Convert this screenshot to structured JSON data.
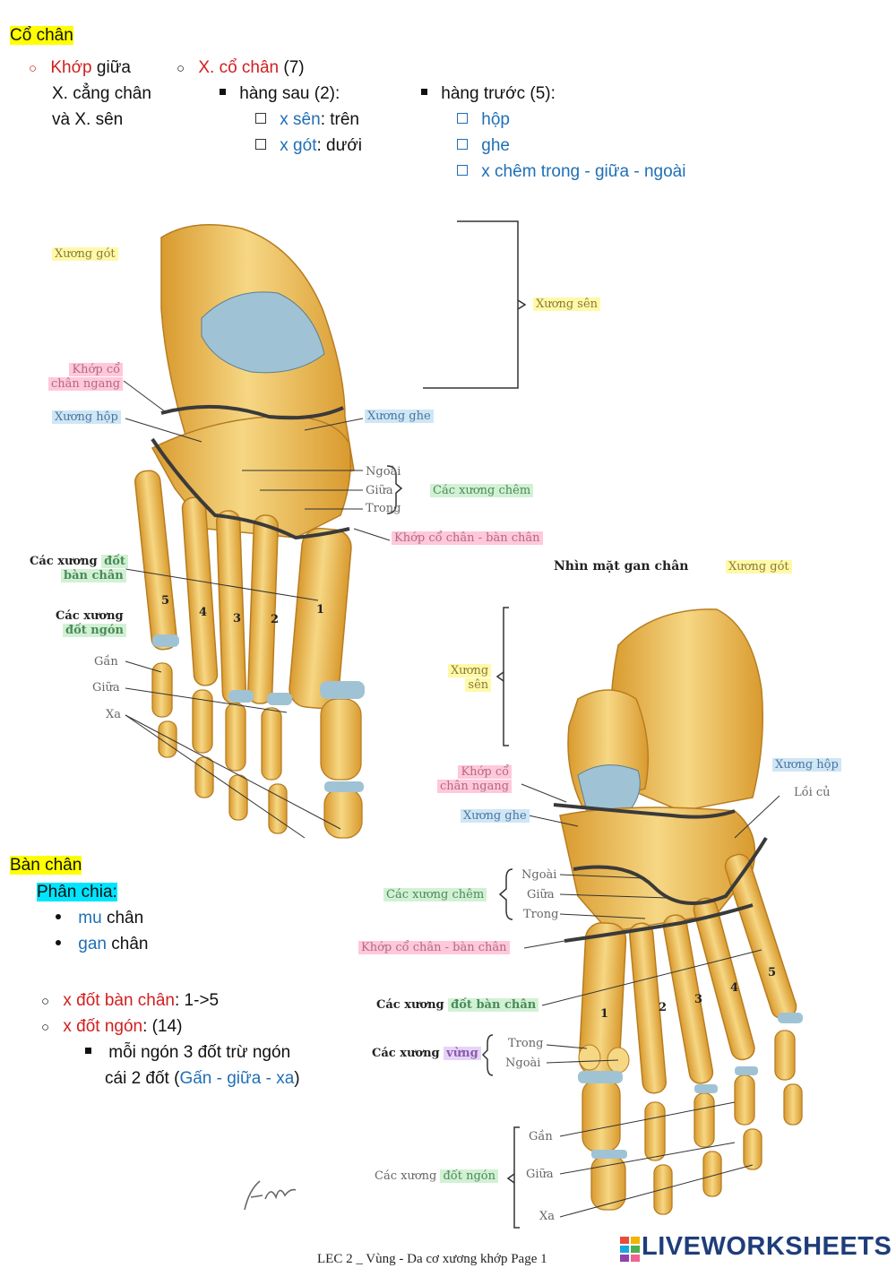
{
  "section1": {
    "heading": "Cổ chân",
    "col1": {
      "red": "Khớp",
      "rest1": " giữa",
      "line2": "X. cẳng chân",
      "line3": "và X. sên"
    },
    "col2": {
      "red": "X. cổ chân",
      "rest": " (7)",
      "sub_label": "hàng sau (2):",
      "items": [
        {
          "blue": "x sên",
          "rest": ": trên"
        },
        {
          "blue": "x gót",
          "rest": ": dưới"
        }
      ]
    },
    "col3": {
      "label": "hàng trước (5):",
      "items": [
        "hộp",
        "ghe",
        "x chêm trong - giữa - ngoài"
      ]
    }
  },
  "section2": {
    "heading": "Bàn chân",
    "sub_heading": "Phân chia:",
    "bullets": [
      {
        "blue": "mu",
        "rest": " chân"
      },
      {
        "blue": "gan",
        "rest": " chân"
      }
    ],
    "items": [
      {
        "red": "x đốt bàn chân",
        "rest": ": 1->5"
      },
      {
        "red": "x đốt ngón",
        "rest": ": (14)"
      }
    ],
    "note_line1": "mỗi ngón 3 đốt trừ ngón",
    "note_line2_a": "cái 2 đốt (",
    "note_line2_blue": "Gấn - giữa - xa",
    "note_line2_b": ")"
  },
  "figure1": {
    "labels": {
      "xuong_got": "Xương gót",
      "xuong_sen": "Xương sên",
      "khop_ngang_1": "Khớp cổ",
      "khop_ngang_2": "chân ngang",
      "xuong_hop": "Xương hộp",
      "xuong_ghe": "Xương ghe",
      "ngoai": "Ngoài",
      "giua": "Giữa",
      "trong": "Trong",
      "cac_xuong_chem": "Các xương chêm",
      "khop_co_ban": "Khớp cổ chân - bàn chân",
      "dot_ban_a": "Các xương",
      "dot_ban_b": "đốt",
      "dot_ban_c": "bàn chân",
      "dot_ngon_a": "Các xương",
      "dot_ngon_b": "đốt ngón",
      "gan": "Gần",
      "giua2": "Giữa",
      "xa": "Xa",
      "nums": [
        "5",
        "4",
        "3",
        "2",
        "1"
      ]
    }
  },
  "figure2": {
    "title": "Nhìn mặt gan chân",
    "labels": {
      "xuong_got": "Xương gót",
      "xuong_sen_1": "Xương",
      "xuong_sen_2": "sên",
      "khop_ngang_1": "Khớp cổ",
      "khop_ngang_2": "chân ngang",
      "xuong_hop": "Xương hộp",
      "loi_cu": "Lồi củ",
      "xuong_ghe": "Xương ghe",
      "ngoai": "Ngoài",
      "giua": "Giữa",
      "trong": "Trong",
      "cac_xuong_chem": "Các xương chêm",
      "khop_co_ban": "Khớp cổ chân - bàn chân",
      "dot_ban_a": "Các xương",
      "dot_ban_b": "đốt bàn chân",
      "vung_a": "Các xương",
      "vung_b": "vừng",
      "vung_trong": "Trong",
      "vung_ngoai": "Ngoài",
      "gan": "Gần",
      "giua2": "Giữa",
      "xa": "Xa",
      "dot_ngon_a": "Các xương",
      "dot_ngon_b": "đốt ngón",
      "nums": [
        "1",
        "2",
        "3",
        "4",
        "5"
      ]
    }
  },
  "footer": {
    "text": "LEC 2 _ Vùng - Da cơ xương khớp Page 1",
    "logo": "LIVEWORKSHEETS"
  },
  "colors": {
    "bone": "#e9b44a",
    "bone_light": "#f6d784",
    "cartilage": "#9fc3d4",
    "joint_line": "#3a3a3a"
  }
}
